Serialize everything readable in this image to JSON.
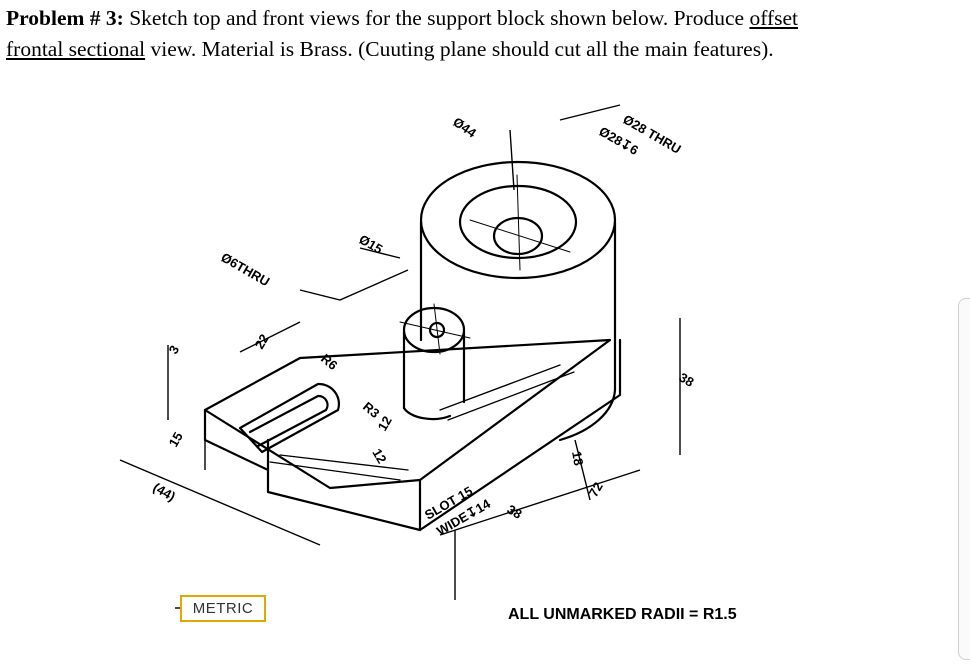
{
  "problem": {
    "label": "Problem # 3:",
    "text_a": " Sketch top and front views for the support block shown below. Produce ",
    "offset": "offset",
    "frontal_sectional": "frontal sectional",
    "text_b": " view. Material is Brass. (Cuuting plane should cut all the main features)."
  },
  "dims": {
    "d44": "Ø44",
    "d28_thru": "Ø28 THRU",
    "d28_6": "Ø28↧6",
    "d15": "Ø15",
    "d6_thru": "Ø6THRU",
    "d22": "22",
    "r6": "R6",
    "r3": "R3",
    "d12a": "12",
    "d12b": "12",
    "d18": "18",
    "d38a": "38",
    "d38b": "38",
    "d72": "72",
    "d3": "3",
    "d15b": "15",
    "d44p": "(44)",
    "slot": "SLOT 15",
    "wide": "WIDE↧14"
  },
  "metric": "METRIC",
  "radii_note": "ALL UNMARKED RADII = R1.5"
}
